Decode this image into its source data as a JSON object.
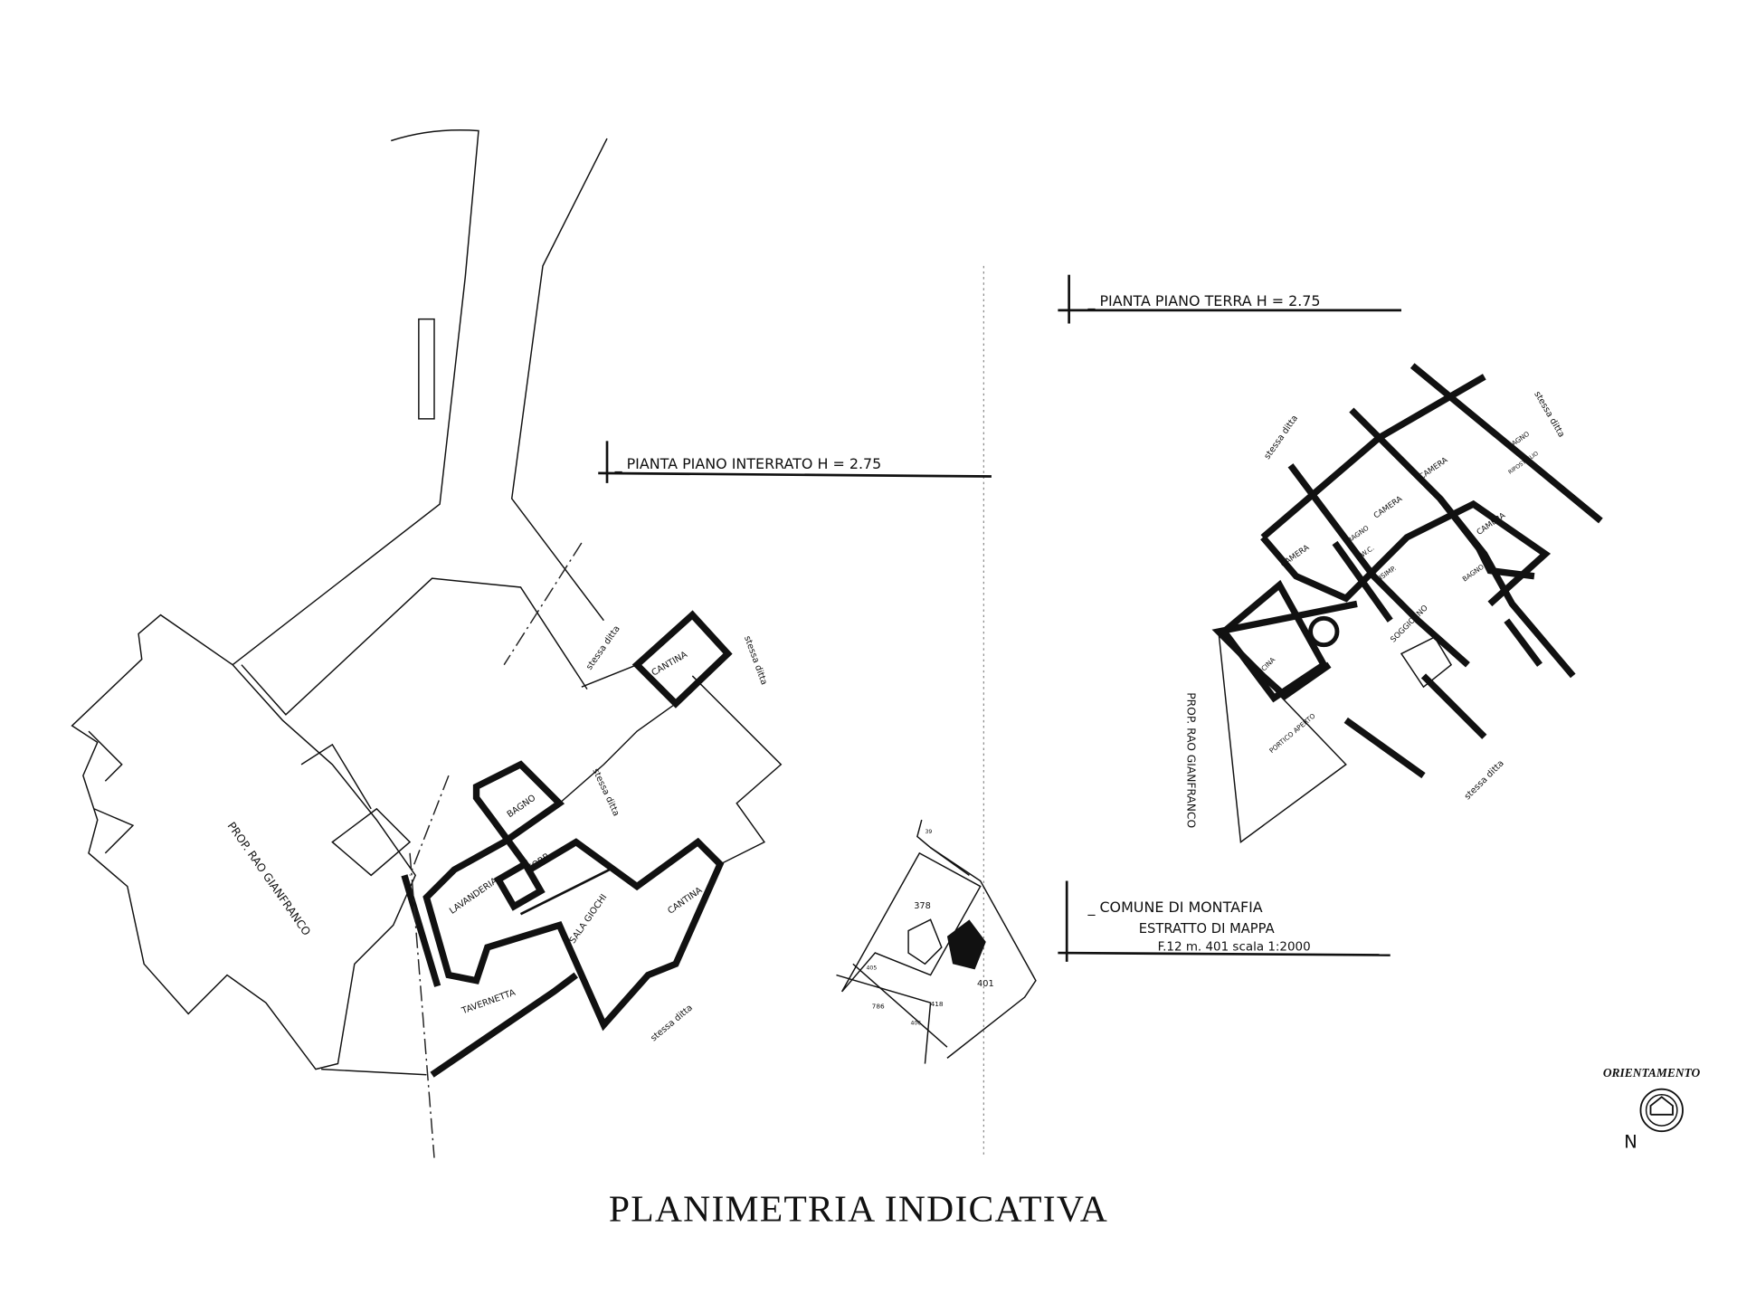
{
  "title": "PLANIMETRIA INDICATIVA",
  "basement_plan": {
    "heading": "_ PIANTA PIANO INTERRATO H = 2.75",
    "rooms": [
      "BAGNO",
      "CORR.",
      "LAVANDERIA",
      "SALA GIOCHI",
      "CANTINA",
      "CANTINA",
      "TAVERNETTA"
    ],
    "neighbor_labels": [
      "stessa ditta",
      "stessa ditta",
      "stessa ditta",
      "stessa ditta"
    ],
    "owner_label": "PROP. RAO GIANFRANCO"
  },
  "ground_plan": {
    "heading": "_ PIANTA PIANO TERRA H = 2.75",
    "rooms": [
      "CAMERA",
      "CAMERA",
      "CAMERA",
      "CAMERA",
      "BAGNO",
      "BAGNO",
      "BAGNO",
      "W.C.",
      "RIPOSTIGLIO",
      "DISIMP.",
      "SOGGIORNO",
      "CUCINA",
      "PORTICO APERTO"
    ],
    "neighbor_labels": [
      "stessa ditta",
      "stessa ditta",
      "stessa ditta"
    ],
    "owner_label": "PROP. RAO GIANFRANCO"
  },
  "cadastral_map": {
    "heading": "_ COMUNE DI MONTAFIA",
    "subheading": "ESTRATTO DI MAPPA",
    "reference": "F.12 m. 401 scala 1:2000",
    "parcels": [
      "378",
      "401",
      "418",
      "786",
      "405",
      "406",
      "39"
    ]
  },
  "orientation": {
    "label": "ORIENTAMENTO",
    "north_mark": "N"
  }
}
